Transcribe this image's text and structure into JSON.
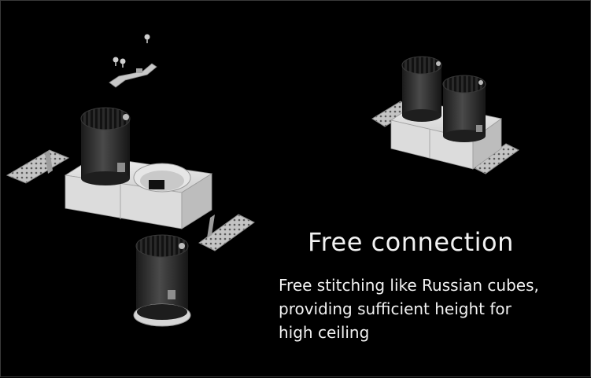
{
  "headline": "Free connection",
  "description_lines": [
    "Free stitching like Russian cubes,",
    "providing sufficient height for",
    "high ceiling"
  ],
  "colors": {
    "background": "#000000",
    "text": "#f2f2f2",
    "housing": "#2b2b2b",
    "frame": "#d9d9d9",
    "bracket": "#bdbdbd"
  }
}
